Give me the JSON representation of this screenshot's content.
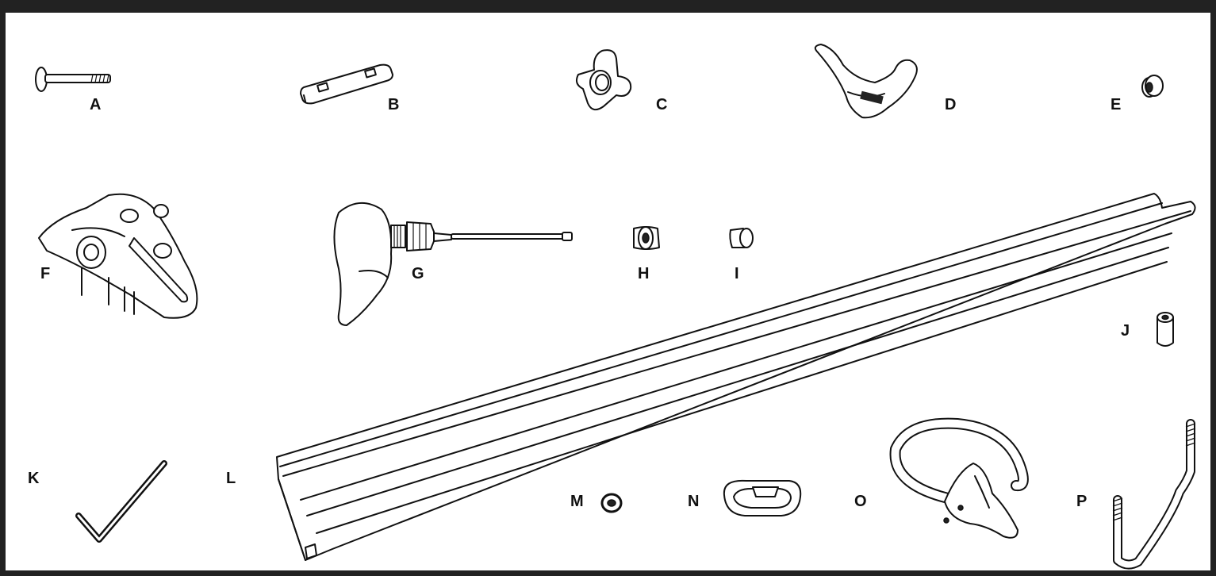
{
  "frame_color": "#222222",
  "parts": [
    {
      "id": "A",
      "icon": "carriage-bolt-icon"
    },
    {
      "id": "B",
      "icon": "flat-key-plate-icon"
    },
    {
      "id": "C",
      "icon": "star-knob-icon"
    },
    {
      "id": "D",
      "icon": "wheel-cradle-icon"
    },
    {
      "id": "E",
      "icon": "end-cap-icon"
    },
    {
      "id": "F",
      "icon": "frame-holder-base-icon"
    },
    {
      "id": "G",
      "icon": "tightening-knob-rod-icon"
    },
    {
      "id": "H",
      "icon": "bushing-icon"
    },
    {
      "id": "I",
      "icon": "clip-icon"
    },
    {
      "id": "J",
      "icon": "spacer-tube-icon"
    },
    {
      "id": "K",
      "icon": "hex-key-icon"
    },
    {
      "id": "L",
      "icon": "rail-profile-icon"
    },
    {
      "id": "M",
      "icon": "washer-icon"
    },
    {
      "id": "N",
      "icon": "strap-buckle-icon"
    },
    {
      "id": "O",
      "icon": "wheel-strap-icon"
    },
    {
      "id": "P",
      "icon": "u-bolt-icon"
    }
  ]
}
